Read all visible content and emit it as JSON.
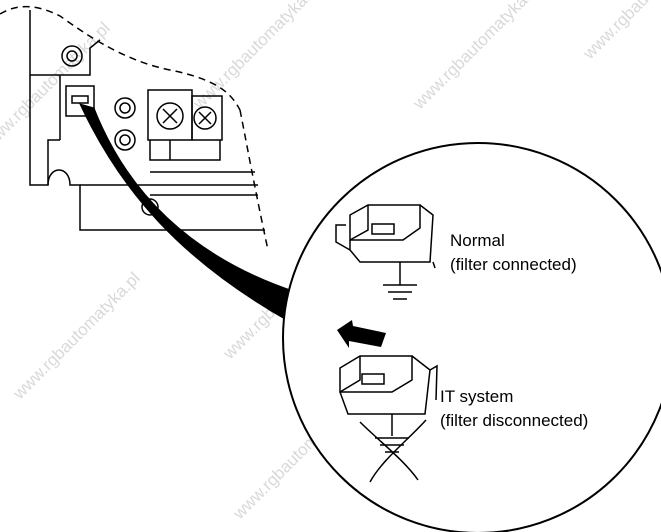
{
  "labels": {
    "normal_title": "Normal",
    "normal_sub": "(filter connected)",
    "it_title": "IT system",
    "it_sub": "(filter disconnected)"
  },
  "watermark": {
    "text": "www.rgbautomatyka.pl"
  },
  "colors": {
    "line": "#000000",
    "background": "#ffffff",
    "watermark": "#d9d9d9"
  }
}
